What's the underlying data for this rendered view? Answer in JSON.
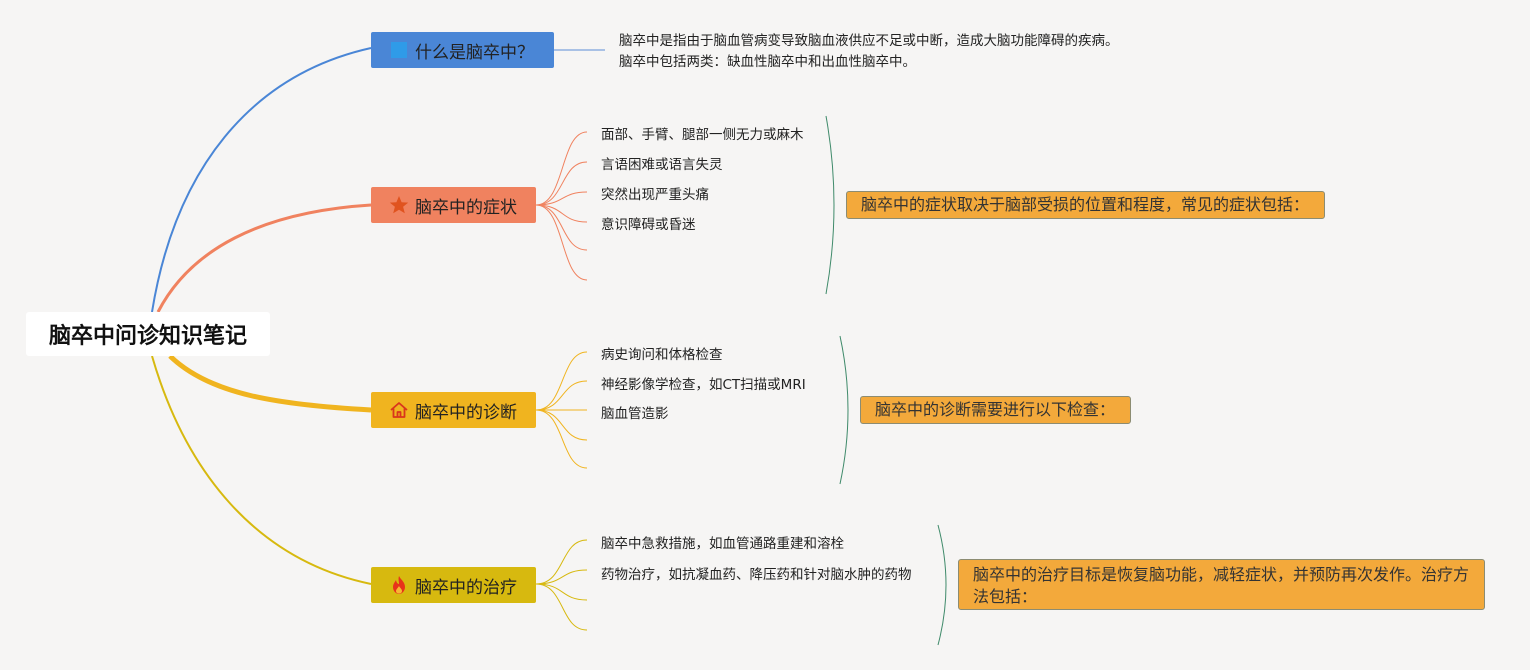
{
  "root": {
    "title": "脑卒中问诊知识笔记"
  },
  "branches": [
    {
      "label": "什么是脑卒中？",
      "icon": "blue-square-icon",
      "color": "#4a86d6",
      "definition": "脑卒中是指由于脑血管病变导致脑血液供应不足或中断，造成大脑功能障碍的疾病。脑卒中包括两类：缺血性脑卒中和出血性脑卒中。"
    },
    {
      "label": "脑卒中的症状",
      "icon": "star-icon",
      "color": "#f0825f",
      "items": [
        "面部、手臂、腿部一侧无力或麻木",
        "言语困难或语言失灵",
        "突然出现严重头痛",
        "意识障碍或昏迷"
      ],
      "summary": "脑卒中的症状取决于脑部受损的位置和程度，常见的症状包括："
    },
    {
      "label": "脑卒中的诊断",
      "icon": "house-icon",
      "color": "#f0b41f",
      "items": [
        "病史询问和体格检查",
        "神经影像学检查，如CT扫描或MRI",
        "脑血管造影"
      ],
      "summary": "脑卒中的诊断需要进行以下检查："
    },
    {
      "label": "脑卒中的治疗",
      "icon": "fire-icon",
      "color": "#d7b90f",
      "items": [
        "脑卒中急救措施，如血管通路重建和溶栓",
        "药物治疗，如抗凝血药、降压药和针对脑水肿的药物"
      ],
      "summary": "脑卒中的治疗目标是恢复脑功能，减轻症状，并预防再次发作。治疗方法包括："
    }
  ]
}
